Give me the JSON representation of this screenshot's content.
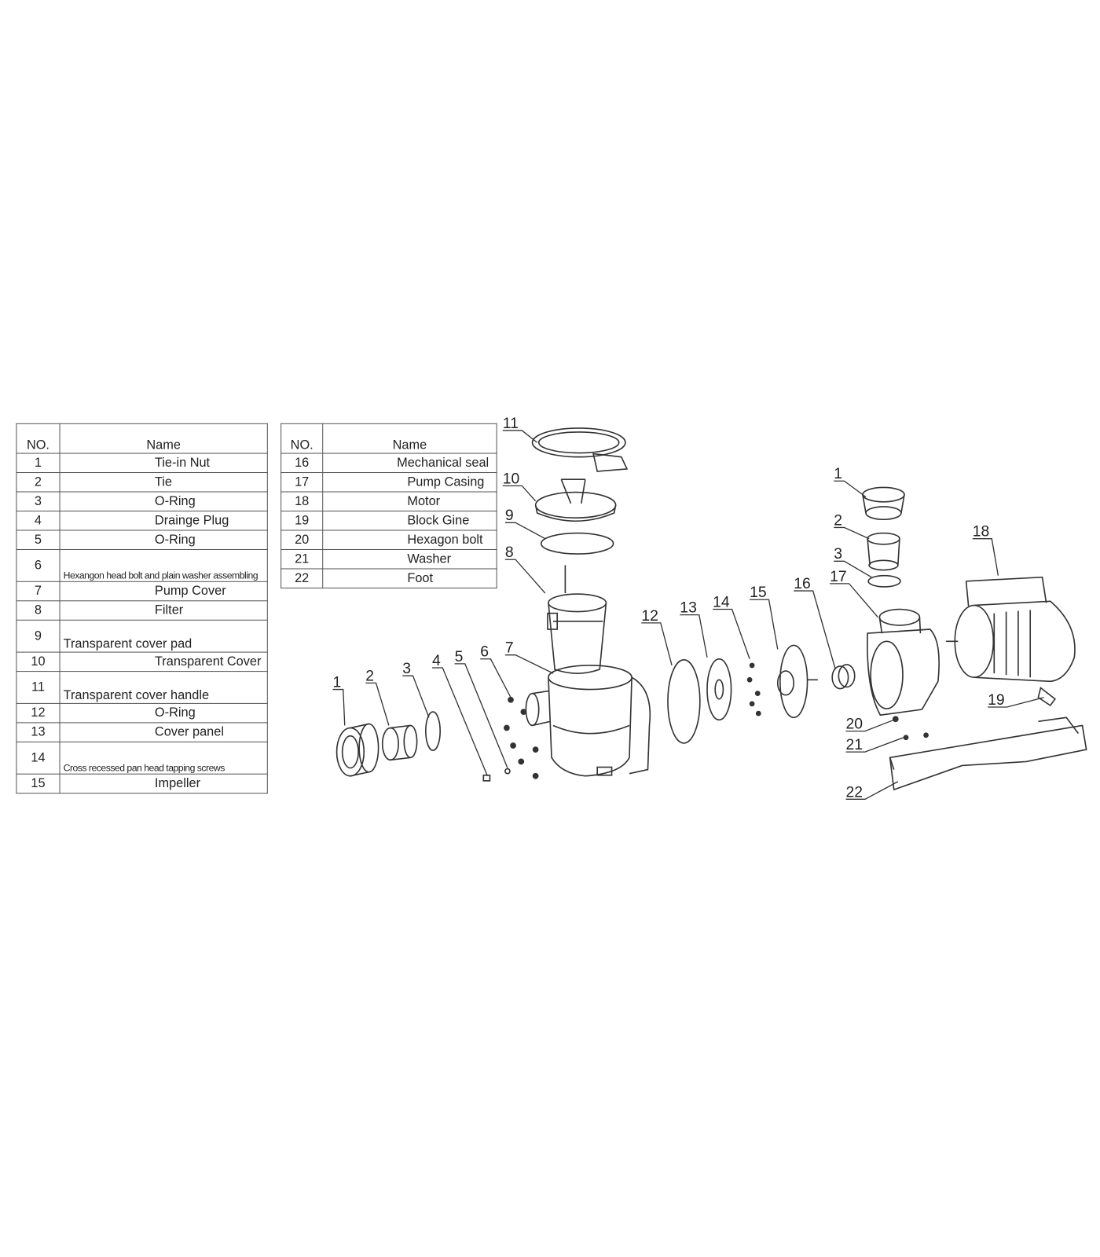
{
  "table_left": {
    "headers": {
      "no": "NO.",
      "name": "Name"
    },
    "rows": [
      {
        "no": "1",
        "name": "Tie-in Nut"
      },
      {
        "no": "2",
        "name": "Tie"
      },
      {
        "no": "3",
        "name": "O-Ring"
      },
      {
        "no": "4",
        "name": "Drainge Plug"
      },
      {
        "no": "5",
        "name": "O-Ring"
      },
      {
        "no": "6",
        "name": "Hexangon head bolt and plain washer assembling"
      },
      {
        "no": "7",
        "name": "Pump Cover"
      },
      {
        "no": "8",
        "name": "Filter"
      },
      {
        "no": "9",
        "name": "Transparent cover pad"
      },
      {
        "no": "10",
        "name": "Transparent Cover"
      },
      {
        "no": "11",
        "name": "Transparent cover handle"
      },
      {
        "no": "12",
        "name": "O-Ring"
      },
      {
        "no": "13",
        "name": "Cover panel"
      },
      {
        "no": "14",
        "name": "Cross recessed pan head tapping screws"
      },
      {
        "no": "15",
        "name": "Impeller"
      }
    ]
  },
  "table_right": {
    "headers": {
      "no": "NO.",
      "name": "Name"
    },
    "rows": [
      {
        "no": "16",
        "name": "Mechanical seal"
      },
      {
        "no": "17",
        "name": "Pump Casing"
      },
      {
        "no": "18",
        "name": "Motor"
      },
      {
        "no": "19",
        "name": "Block Gine"
      },
      {
        "no": "20",
        "name": "Hexagon bolt"
      },
      {
        "no": "21",
        "name": "Washer"
      },
      {
        "no": "22",
        "name": "Foot"
      }
    ]
  },
  "callouts": [
    "1",
    "2",
    "3",
    "4",
    "5",
    "6",
    "7",
    "8",
    "9",
    "10",
    "11",
    "12",
    "13",
    "14",
    "15",
    "16",
    "17",
    "18",
    "1",
    "2",
    "3",
    "19",
    "20",
    "21",
    "22"
  ]
}
